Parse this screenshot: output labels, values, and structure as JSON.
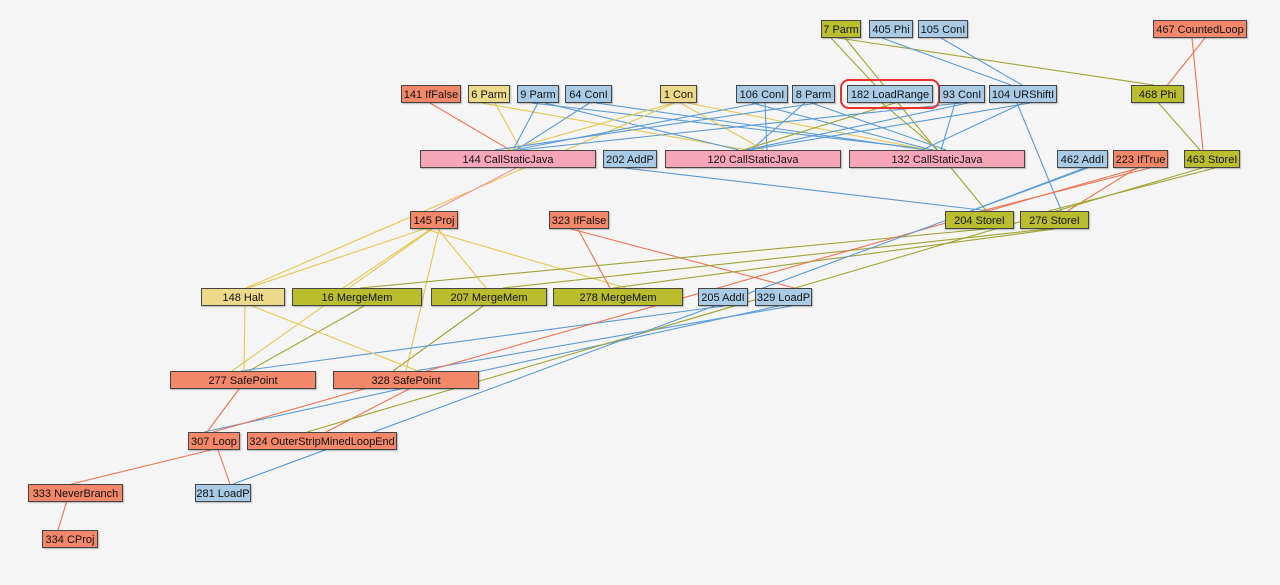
{
  "colors": {
    "salmon": "#f3876a",
    "yellow": "#ecd98a",
    "blue": "#aacbe6",
    "olive": "#b9bd2e",
    "pink": "#f6a6b6",
    "edge_blue": "#5b9bd6",
    "edge_yellow": "#e6c84e",
    "edge_olive": "#a2a433",
    "edge_red": "#ef7453",
    "edge_pink": "#ef93a8",
    "selection": "#e8322a"
  },
  "selected_node": "182",
  "nodes": [
    {
      "id": "7",
      "label": "7 Parm",
      "color": "olive"
    },
    {
      "id": "405",
      "label": "405 Phi",
      "color": "blue"
    },
    {
      "id": "105",
      "label": "105 ConI",
      "color": "blue"
    },
    {
      "id": "467",
      "label": "467 CountedLoop",
      "color": "salmon"
    },
    {
      "id": "141",
      "label": "141 IfFalse",
      "color": "salmon"
    },
    {
      "id": "6",
      "label": "6 Parm",
      "color": "yellow"
    },
    {
      "id": "9",
      "label": "9 Parm",
      "color": "blue"
    },
    {
      "id": "64",
      "label": "64 ConI",
      "color": "blue"
    },
    {
      "id": "1",
      "label": "1 Con",
      "color": "yellow"
    },
    {
      "id": "106",
      "label": "106 ConI",
      "color": "blue"
    },
    {
      "id": "8",
      "label": "8 Parm",
      "color": "blue"
    },
    {
      "id": "182",
      "label": "182 LoadRange",
      "color": "blue"
    },
    {
      "id": "93",
      "label": "93 ConI",
      "color": "blue"
    },
    {
      "id": "104",
      "label": "104 URShiftI",
      "color": "blue"
    },
    {
      "id": "468",
      "label": "468 Phi",
      "color": "olive"
    },
    {
      "id": "144",
      "label": "144 CallStaticJava",
      "color": "pink"
    },
    {
      "id": "202",
      "label": "202 AddP",
      "color": "blue"
    },
    {
      "id": "120",
      "label": "120 CallStaticJava",
      "color": "pink"
    },
    {
      "id": "132",
      "label": "132 CallStaticJava",
      "color": "pink"
    },
    {
      "id": "462",
      "label": "462 AddI",
      "color": "blue"
    },
    {
      "id": "223",
      "label": "223 IfTrue",
      "color": "salmon"
    },
    {
      "id": "463",
      "label": "463 StoreI",
      "color": "olive"
    },
    {
      "id": "145",
      "label": "145 Proj",
      "color": "salmon"
    },
    {
      "id": "323",
      "label": "323 IfFalse",
      "color": "salmon"
    },
    {
      "id": "204",
      "label": "204 StoreI",
      "color": "olive"
    },
    {
      "id": "276",
      "label": "276 StoreI",
      "color": "olive"
    },
    {
      "id": "148",
      "label": "148 Halt",
      "color": "yellow"
    },
    {
      "id": "16",
      "label": "16 MergeMem",
      "color": "olive"
    },
    {
      "id": "207",
      "label": "207 MergeMem",
      "color": "olive"
    },
    {
      "id": "278",
      "label": "278 MergeMem",
      "color": "olive"
    },
    {
      "id": "205",
      "label": "205 AddI",
      "color": "blue"
    },
    {
      "id": "329",
      "label": "329 LoadP",
      "color": "blue"
    },
    {
      "id": "277",
      "label": "277 SafePoint",
      "color": "salmon"
    },
    {
      "id": "328",
      "label": "328 SafePoint",
      "color": "salmon"
    },
    {
      "id": "307",
      "label": "307 Loop",
      "color": "salmon"
    },
    {
      "id": "324",
      "label": "324 OuterStripMinedLoopEnd",
      "color": "salmon"
    },
    {
      "id": "333",
      "label": "333 NeverBranch",
      "color": "salmon"
    },
    {
      "id": "281",
      "label": "281 LoadP",
      "color": "blue"
    },
    {
      "id": "334",
      "label": "334 CProj",
      "color": "salmon"
    }
  ],
  "edges": [
    [
      "7",
      "182",
      "olive"
    ],
    [
      "7",
      "468",
      "olive"
    ],
    [
      "7",
      "204",
      "olive"
    ],
    [
      "405",
      "104",
      "blue"
    ],
    [
      "105",
      "104",
      "blue"
    ],
    [
      "467",
      "468",
      "red"
    ],
    [
      "467",
      "463",
      "red"
    ],
    [
      "141",
      "144",
      "red"
    ],
    [
      "6",
      "144",
      "yellow"
    ],
    [
      "6",
      "120",
      "yellow"
    ],
    [
      "9",
      "144",
      "blue"
    ],
    [
      "9",
      "120",
      "blue"
    ],
    [
      "9",
      "132",
      "blue"
    ],
    [
      "64",
      "144",
      "blue"
    ],
    [
      "64",
      "132",
      "blue"
    ],
    [
      "1",
      "144",
      "yellow"
    ],
    [
      "1",
      "120",
      "yellow"
    ],
    [
      "1",
      "132",
      "yellow"
    ],
    [
      "1",
      "148",
      "yellow"
    ],
    [
      "106",
      "120",
      "blue"
    ],
    [
      "106",
      "132",
      "blue"
    ],
    [
      "106",
      "144",
      "blue"
    ],
    [
      "8",
      "144",
      "blue"
    ],
    [
      "8",
      "120",
      "blue"
    ],
    [
      "8",
      "132",
      "blue"
    ],
    [
      "182",
      "120",
      "olive"
    ],
    [
      "182",
      "132",
      "olive"
    ],
    [
      "93",
      "144",
      "blue"
    ],
    [
      "93",
      "120",
      "blue"
    ],
    [
      "93",
      "132",
      "blue"
    ],
    [
      "104",
      "132",
      "blue"
    ],
    [
      "104",
      "120",
      "blue"
    ],
    [
      "104",
      "276",
      "blue"
    ],
    [
      "468",
      "463",
      "olive"
    ],
    [
      "144",
      "145",
      "pink"
    ],
    [
      "202",
      "204",
      "blue"
    ],
    [
      "462",
      "204",
      "blue"
    ],
    [
      "223",
      "204",
      "red"
    ],
    [
      "223",
      "276",
      "red"
    ],
    [
      "463",
      "276",
      "olive"
    ],
    [
      "145",
      "148",
      "yellow"
    ],
    [
      "145",
      "16",
      "yellow"
    ],
    [
      "145",
      "207",
      "yellow"
    ],
    [
      "145",
      "278",
      "yellow"
    ],
    [
      "145",
      "277",
      "yellow"
    ],
    [
      "145",
      "328",
      "yellow"
    ],
    [
      "323",
      "329",
      "red"
    ],
    [
      "323",
      "278",
      "red"
    ],
    [
      "204",
      "16",
      "olive"
    ],
    [
      "276",
      "207",
      "olive"
    ],
    [
      "276",
      "278",
      "olive"
    ],
    [
      "16",
      "277",
      "olive"
    ],
    [
      "207",
      "328",
      "olive"
    ],
    [
      "205",
      "277",
      "blue"
    ],
    [
      "329",
      "328",
      "blue"
    ],
    [
      "329",
      "307",
      "blue"
    ],
    [
      "148",
      "277",
      "yellow"
    ],
    [
      "148",
      "328",
      "yellow"
    ],
    [
      "277",
      "307",
      "red"
    ],
    [
      "328",
      "324",
      "red"
    ],
    [
      "463",
      "324",
      "olive"
    ],
    [
      "307",
      "333",
      "red"
    ],
    [
      "307",
      "281",
      "red"
    ],
    [
      "333",
      "334",
      "red"
    ],
    [
      "223",
      "307",
      "red"
    ],
    [
      "462",
      "281",
      "blue"
    ]
  ]
}
